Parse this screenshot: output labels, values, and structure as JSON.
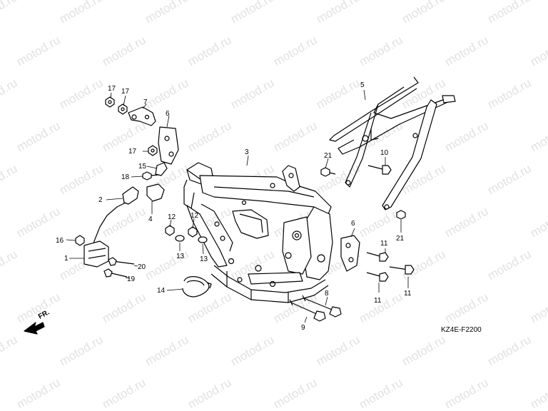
{
  "watermark": "motod.ru",
  "diagram_code": "KZ4E-F2200",
  "front_indicator": "FR.",
  "callouts": [
    {
      "id": "c17a",
      "label": "17"
    },
    {
      "id": "c17b",
      "label": "17"
    },
    {
      "id": "c7",
      "label": "7"
    },
    {
      "id": "c6a",
      "label": "6"
    },
    {
      "id": "c17c",
      "label": "17"
    },
    {
      "id": "c15",
      "label": "15"
    },
    {
      "id": "c18",
      "label": "18"
    },
    {
      "id": "c2",
      "label": "2"
    },
    {
      "id": "c4",
      "label": "4"
    },
    {
      "id": "c12a",
      "label": "12"
    },
    {
      "id": "c12b",
      "label": "12"
    },
    {
      "id": "c13a",
      "label": "13"
    },
    {
      "id": "c13b",
      "label": "13"
    },
    {
      "id": "c16",
      "label": "16"
    },
    {
      "id": "c1",
      "label": "1"
    },
    {
      "id": "c20",
      "label": "20"
    },
    {
      "id": "c19",
      "label": "19"
    },
    {
      "id": "c14",
      "label": "14"
    },
    {
      "id": "c3",
      "label": "3"
    },
    {
      "id": "c5",
      "label": "5"
    },
    {
      "id": "c21a",
      "label": "21"
    },
    {
      "id": "c10",
      "label": "10"
    },
    {
      "id": "c21b",
      "label": "21"
    },
    {
      "id": "c6b",
      "label": "6"
    },
    {
      "id": "c11a",
      "label": "11"
    },
    {
      "id": "c11b",
      "label": "11"
    },
    {
      "id": "c11c",
      "label": "11"
    },
    {
      "id": "c8",
      "label": "8"
    },
    {
      "id": "c9",
      "label": "9"
    }
  ]
}
